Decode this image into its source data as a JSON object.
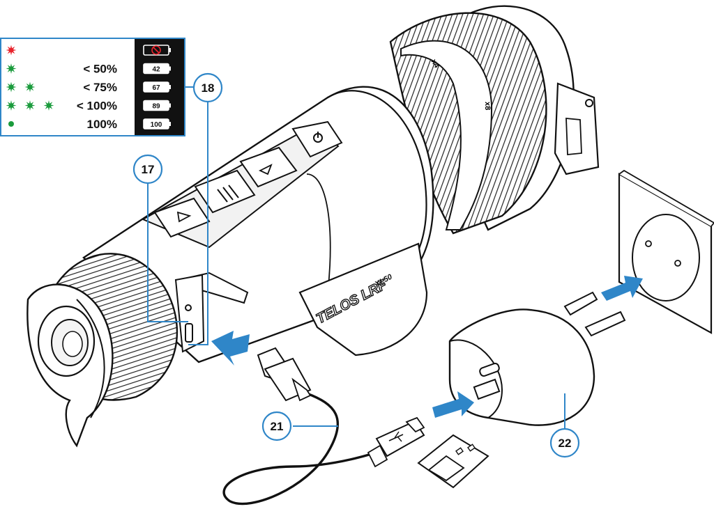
{
  "legend": {
    "rows": [
      {
        "stars": 1,
        "color": "#e8222b",
        "dot": false,
        "label": "",
        "badge": "",
        "empty": true
      },
      {
        "stars": 1,
        "color": "#1a9b3c",
        "dot": false,
        "label": "< 50%",
        "badge": "42",
        "empty": false
      },
      {
        "stars": 2,
        "color": "#1a9b3c",
        "dot": false,
        "label": "< 75%",
        "badge": "67",
        "empty": false
      },
      {
        "stars": 3,
        "color": "#1a9b3c",
        "dot": false,
        "label": "< 100%",
        "badge": "89",
        "empty": false
      },
      {
        "stars": 1,
        "color": "#1a9b3c",
        "dot": true,
        "label": "100%",
        "badge": "100",
        "empty": false
      }
    ],
    "accent": "#2f86c8"
  },
  "callouts": {
    "c17": "17",
    "c18": "18",
    "c21": "21",
    "c22": "22"
  },
  "device": {
    "brand": "TELOS LRF",
    "model": "XL50",
    "ring_marks": [
      "x4",
      "x8"
    ]
  },
  "icons": {
    "power": "power-icon",
    "up": "up-arrow-icon",
    "menu": "menu-icon",
    "down": "down-arrow-icon",
    "usb": "usb-icon",
    "arrows": "blue-arrow-icon"
  }
}
